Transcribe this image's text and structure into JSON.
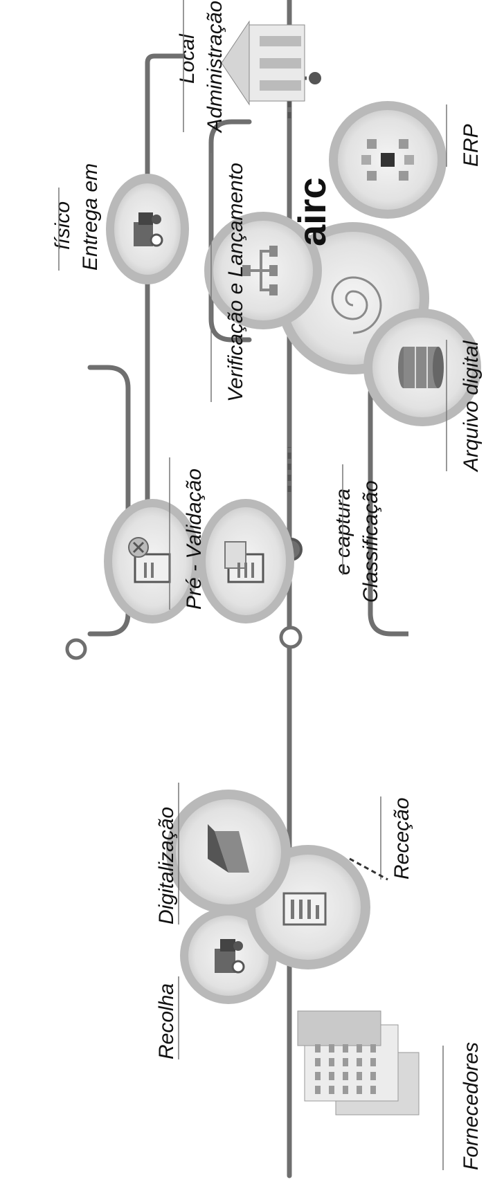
{
  "labels": {
    "fornecedores": "Fornecedores",
    "rececao": "Receção",
    "recolha": "Recolha",
    "digitalizacao": "Digitalização",
    "classificacao_l1": "Classificação",
    "classificacao_l2": "e captura",
    "pre_validacao": "Pré - Validação",
    "arquivo_digital": "Arquivo digital",
    "verificacao": "Verificação e Lançamento",
    "erp": "ERP",
    "administracao_l1": "Administração",
    "administracao_l2": "Local",
    "entrega_l1": "Entrega em",
    "entrega_l2": "físico",
    "logo": "airc"
  },
  "icons": {
    "fornecedores": "office-building-icon",
    "administracao": "town-hall-icon",
    "recolha": "delivery-truck-icon",
    "rececao": "document-list-icon",
    "digitalizacao": "scanner-icon",
    "classificacao": "document-capture-icon",
    "pre_validacao": "document-reject-icon",
    "arquivo_digital": "database-icon",
    "verificacao": "hierarchy-icon",
    "erp": "network-cubes-icon",
    "swirl": "swirl-icon",
    "entrega": "delivery-truck-icon"
  },
  "colors": {
    "line": "#6f6f6f",
    "circle_outer": "#b3b3b3",
    "circle_inner": "#e6e6e6",
    "node_dark": "#6e6e6e",
    "node_light": "#ffffff"
  }
}
